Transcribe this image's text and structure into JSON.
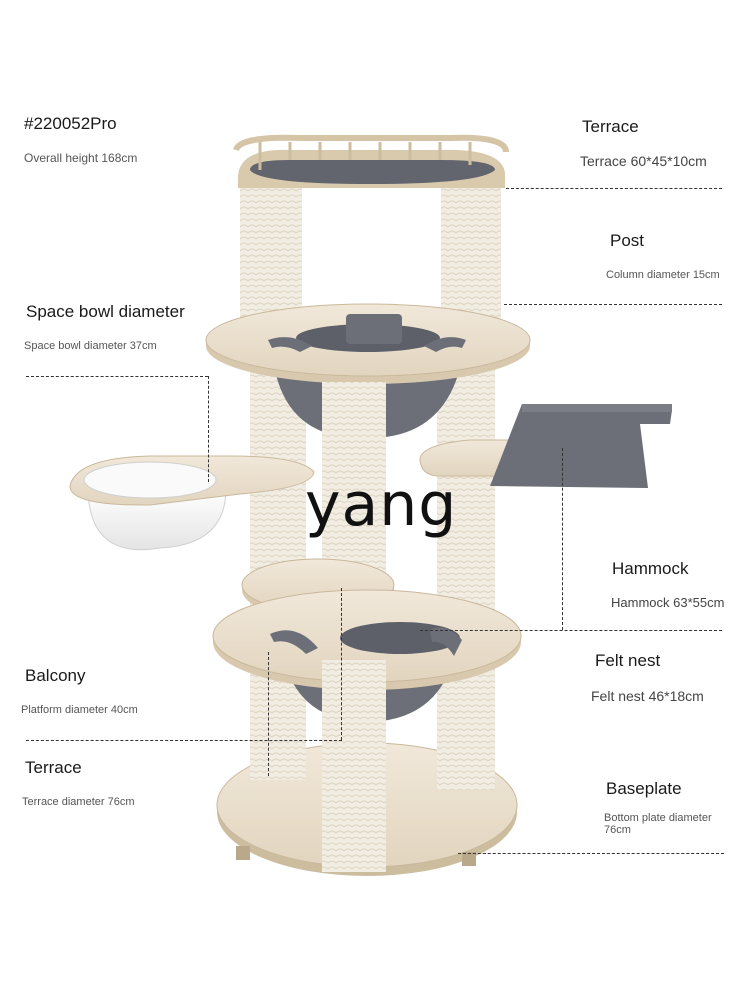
{
  "product": {
    "code": "#220052Pro",
    "overall_height": "Overall height 168cm"
  },
  "watermark": "yang",
  "labels": {
    "terrace_top_title": "Terrace",
    "terrace_top_size": "Terrace 60*45*10cm",
    "post_title": "Post",
    "post_size": "Column diameter 15cm",
    "space_bowl_title": "Space bowl diameter",
    "space_bowl_size": "Space bowl diameter 37cm",
    "hammock_title": "Hammock",
    "hammock_size": "Hammock 63*55cm",
    "felt_nest_title": "Felt nest",
    "felt_nest_size": "Felt nest 46*18cm",
    "balcony_title": "Balcony",
    "balcony_size": "Platform diameter 40cm",
    "terrace_bottom_title": "Terrace",
    "terrace_bottom_size": "Terrace diameter 76cm",
    "baseplate_title": "Baseplate",
    "baseplate_size": "Bottom plate diameter 76cm"
  },
  "colors": {
    "wood": "#ece2d2",
    "wood_edge": "#c9b89c",
    "rope": "#f1ece0",
    "felt": "#6c6f78",
    "acrylic": "#f4f4f4"
  }
}
